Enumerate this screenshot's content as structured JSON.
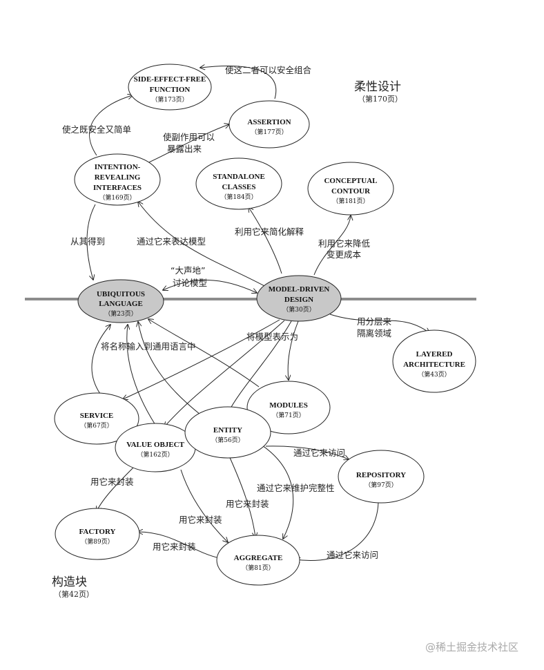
{
  "sections": {
    "supple_design": {
      "title": "柔性设计",
      "page": "（第170页）"
    },
    "building_blocks": {
      "title": "构造块",
      "page": "（第42页）"
    }
  },
  "divider_color": "#8c8c8c",
  "highlight_color": "#c8c8c8",
  "nodes": {
    "side_effect_free": {
      "lines": [
        "SIDE-EFFECT-FREE",
        "FUNCTION"
      ],
      "page": "（第173页）"
    },
    "assertion": {
      "lines": [
        "ASSERTION"
      ],
      "page": "（第177页）"
    },
    "intention_revealing": {
      "lines": [
        "INTENTION-",
        "REVEALING",
        "INTERFACES"
      ],
      "page": "（第169页）"
    },
    "standalone_classes": {
      "lines": [
        "STANDALONE",
        "CLASSES"
      ],
      "page": "（第184页）"
    },
    "conceptual_contour": {
      "lines": [
        "CONCEPTUAL",
        "CONTOUR"
      ],
      "page": "（第181页）"
    },
    "ubiquitous_language": {
      "lines": [
        "UBIQUITOUS",
        "LANGUAGE"
      ],
      "page": "（第23页）"
    },
    "model_driven_design": {
      "lines": [
        "MODEL-DRIVEN",
        "DESIGN"
      ],
      "page": "（第30页）"
    },
    "layered_architecture": {
      "lines": [
        "LAYERED",
        "ARCHITECTURE"
      ],
      "page": "（第43页）"
    },
    "service": {
      "lines": [
        "SERVICE"
      ],
      "page": "（第67页）"
    },
    "modules": {
      "lines": [
        "MODULES"
      ],
      "page": "（第71页）"
    },
    "value_object": {
      "lines": [
        "VALUE OBJECT"
      ],
      "page": "（第162页）"
    },
    "entity": {
      "lines": [
        "ENTITY"
      ],
      "page": "（第56页）"
    },
    "repository": {
      "lines": [
        "REPOSITORY"
      ],
      "page": "（第97页）"
    },
    "factory": {
      "lines": [
        "FACTORY"
      ],
      "page": "（第89页）"
    },
    "aggregate": {
      "lines": [
        "AGGREGATE"
      ],
      "page": "（第81页）"
    }
  },
  "edge_labels": {
    "combine_both": "使这二者可以安全组合",
    "make_safe_simple": "使之既安全又简单",
    "expose_side_effects": [
      "使副作用可以",
      "暴露出来"
    ],
    "derive_from": "从其得到",
    "express_model": "通过它来表达模型",
    "simplify_interpretation": "利用它来简化解释",
    "reduce_cost": [
      "利用它来降低",
      "变更成本"
    ],
    "think_aloud": [
      "“大声地”",
      "讨论模型"
    ],
    "isolate_domain": [
      "用分层来",
      "隔离领域"
    ],
    "express_model_with": "将模型表示为",
    "names_enter_language": "将名称输入到通用语言中",
    "access_with_1": "通过它来访问",
    "maintain_integrity": "通过它来维护完整性",
    "encapsulate_1": "用它来封装",
    "encapsulate_2": "用它来封装",
    "encapsulate_3": "用它来封装",
    "encapsulate_4": "用它来封装",
    "access_with_2": "通过它来访问"
  },
  "watermark": "@稀土掘金技术社区"
}
